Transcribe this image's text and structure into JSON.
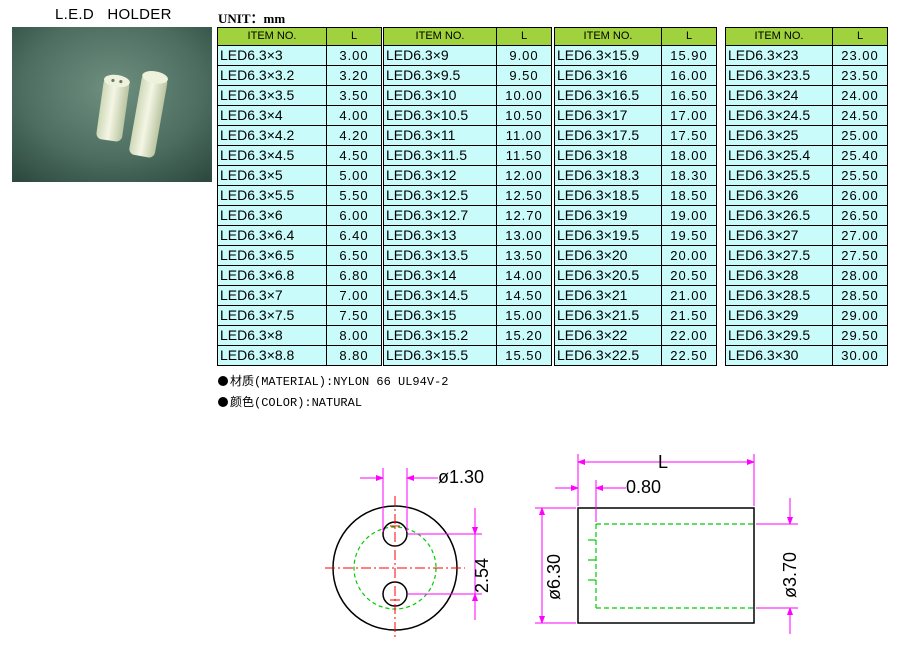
{
  "header": {
    "title": "L.E.D   HOLDER",
    "unit": "UNIT：mm"
  },
  "table": {
    "col_item": "ITEM NO.",
    "col_len": "L",
    "groups": [
      [
        [
          "LED6.3×3",
          "3.00"
        ],
        [
          "LED6.3×3.2",
          "3.20"
        ],
        [
          "LED6.3×3.5",
          "3.50"
        ],
        [
          "LED6.3×4",
          "4.00"
        ],
        [
          "LED6.3×4.2",
          "4.20"
        ],
        [
          "LED6.3×4.5",
          "4.50"
        ],
        [
          "LED6.3×5",
          "5.00"
        ],
        [
          "LED6.3×5.5",
          "5.50"
        ],
        [
          "LED6.3×6",
          "6.00"
        ],
        [
          "LED6.3×6.4",
          "6.40"
        ],
        [
          "LED6.3×6.5",
          "6.50"
        ],
        [
          "LED6.3×6.8",
          "6.80"
        ],
        [
          "LED6.3×7",
          "7.00"
        ],
        [
          "LED6.3×7.5",
          "7.50"
        ],
        [
          "LED6.3×8",
          "8.00"
        ],
        [
          "LED6.3×8.8",
          "8.80"
        ]
      ],
      [
        [
          "LED6.3×9",
          "9.00"
        ],
        [
          "LED6.3×9.5",
          "9.50"
        ],
        [
          "LED6.3×10",
          "10.00"
        ],
        [
          "LED6.3×10.5",
          "10.50"
        ],
        [
          "LED6.3×11",
          "11.00"
        ],
        [
          "LED6.3×11.5",
          "11.50"
        ],
        [
          "LED6.3×12",
          "12.00"
        ],
        [
          "LED6.3×12.5",
          "12.50"
        ],
        [
          "LED6.3×12.7",
          "12.70"
        ],
        [
          "LED6.3×13",
          "13.00"
        ],
        [
          "LED6.3×13.5",
          "13.50"
        ],
        [
          "LED6.3×14",
          "14.00"
        ],
        [
          "LED6.3×14.5",
          "14.50"
        ],
        [
          "LED6.3×15",
          "15.00"
        ],
        [
          "LED6.3×15.2",
          "15.20"
        ],
        [
          "LED6.3×15.5",
          "15.50"
        ]
      ],
      [
        [
          "LED6.3×15.9",
          "15.90"
        ],
        [
          "LED6.3×16",
          "16.00"
        ],
        [
          "LED6.3×16.5",
          "16.50"
        ],
        [
          "LED6.3×17",
          "17.00"
        ],
        [
          "LED6.3×17.5",
          "17.50"
        ],
        [
          "LED6.3×18",
          "18.00"
        ],
        [
          "LED6.3×18.3",
          "18.30"
        ],
        [
          "LED6.3×18.5",
          "18.50"
        ],
        [
          "LED6.3×19",
          "19.00"
        ],
        [
          "LED6.3×19.5",
          "19.50"
        ],
        [
          "LED6.3×20",
          "20.00"
        ],
        [
          "LED6.3×20.5",
          "20.50"
        ],
        [
          "LED6.3×21",
          "21.00"
        ],
        [
          "LED6.3×21.5",
          "21.50"
        ],
        [
          "LED6.3×22",
          "22.00"
        ],
        [
          "LED6.3×22.5",
          "22.50"
        ]
      ],
      [
        [
          "LED6.3×23",
          "23.00"
        ],
        [
          "LED6.3×23.5",
          "23.50"
        ],
        [
          "LED6.3×24",
          "24.00"
        ],
        [
          "LED6.3×24.5",
          "24.50"
        ],
        [
          "LED6.3×25",
          "25.00"
        ],
        [
          "LED6.3×25.4",
          "25.40"
        ],
        [
          "LED6.3×25.5",
          "25.50"
        ],
        [
          "LED6.3×26",
          "26.00"
        ],
        [
          "LED6.3×26.5",
          "26.50"
        ],
        [
          "LED6.3×27",
          "27.00"
        ],
        [
          "LED6.3×27.5",
          "27.50"
        ],
        [
          "LED6.3×28",
          "28.00"
        ],
        [
          "LED6.3×28.5",
          "28.50"
        ],
        [
          "LED6.3×29",
          "29.00"
        ],
        [
          "LED6.3×29.5",
          "29.50"
        ],
        [
          "LED6.3×30",
          "30.00"
        ]
      ]
    ]
  },
  "notes": {
    "material": "材质(MATERIAL):NYLON 66 UL94V-2",
    "color": "颜色(COLOR):NATURAL"
  },
  "drawing": {
    "hole_diameter": "ø1.30",
    "hole_pitch": "2.54",
    "outer_diameter": "ø6.30",
    "inner_diameter": "ø3.70",
    "length_label": "L",
    "step_label": "0.80"
  },
  "colors": {
    "header_bg": "#9fd23c",
    "cell_bg": "#c9fbfb",
    "dimension": "#ff00ff",
    "centerline": "#ff0000",
    "hidden_line": "#00cc00"
  }
}
